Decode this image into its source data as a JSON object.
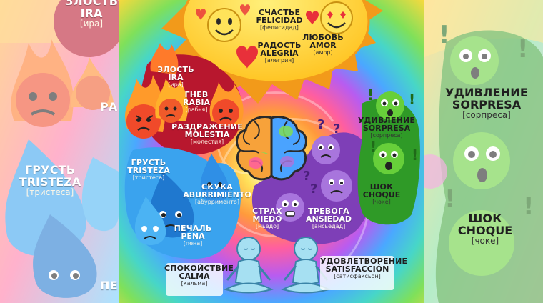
{
  "emotions": {
    "felicidad": {
      "ru": "СЧАСТЬЕ",
      "es": "FELICIDAD",
      "tr": "[фелисидад]"
    },
    "alegria": {
      "ru": "РАДОСТЬ",
      "es": "ALEGRÍA",
      "tr": "[алегрия]"
    },
    "amor": {
      "ru": "ЛЮБОВЬ",
      "es": "AMOR",
      "tr": "[амор]"
    },
    "ira": {
      "ru": "ЗЛОСТЬ",
      "es": "IRA",
      "tr": "[ира]"
    },
    "rabia": {
      "ru": "ГНЕВ",
      "es": "RABIA",
      "tr": "[рабья]"
    },
    "molestia": {
      "ru": "РАЗДРАЖЕНИЕ",
      "es": "MOLESTIA",
      "tr": "[молестия]"
    },
    "tristeza": {
      "ru": "ГРУСТЬ",
      "es": "TRISTEZA",
      "tr": "[тристеса]"
    },
    "aburrimiento": {
      "ru": "СКУКА",
      "es": "ABURRIMIENTO",
      "tr": "[абуррименто]"
    },
    "pena": {
      "ru": "ПЕЧАЛЬ",
      "es": "PENA",
      "tr": "[пена]"
    },
    "miedo": {
      "ru": "СТРАХ",
      "es": "MIEDO",
      "tr": "[мьедо]"
    },
    "ansiedad": {
      "ru": "ТРЕВОГА",
      "es": "ANSIEDAD",
      "tr": "[ансьедад]"
    },
    "sorpresa": {
      "ru": "УДИВЛЕНИЕ",
      "es": "SORPRESA",
      "tr": "[сорпреса]"
    },
    "choque": {
      "ru": "ШОК",
      "es": "CHOQUE",
      "tr": "[чоке]"
    },
    "calma": {
      "ru": "СПОКОЙСТВИЕ",
      "es": "CALMA",
      "tr": "[кальма]"
    },
    "satisfaccion": {
      "ru": "УДОВЛЕТВОРЕНИЕ",
      "es": "SATISFACCIÓN",
      "tr": "[сатисфаксьон]"
    }
  },
  "side_left_fragment": "ПЕ",
  "side_left_fragment_2": "РА",
  "colors": {
    "sun": "#ffd23a",
    "sun_edge": "#f29a1a",
    "fire": "#f04a2a",
    "fire_light": "#ffae2a",
    "blob_red": "#b8172e",
    "water": "#3aa3ee",
    "water_dark": "#1f78cf",
    "purple": "#7e3fb7",
    "purple_light": "#a875dd",
    "green": "#67cf3a",
    "green_dark": "#2f9a27",
    "calm": "#a6e0f2"
  }
}
